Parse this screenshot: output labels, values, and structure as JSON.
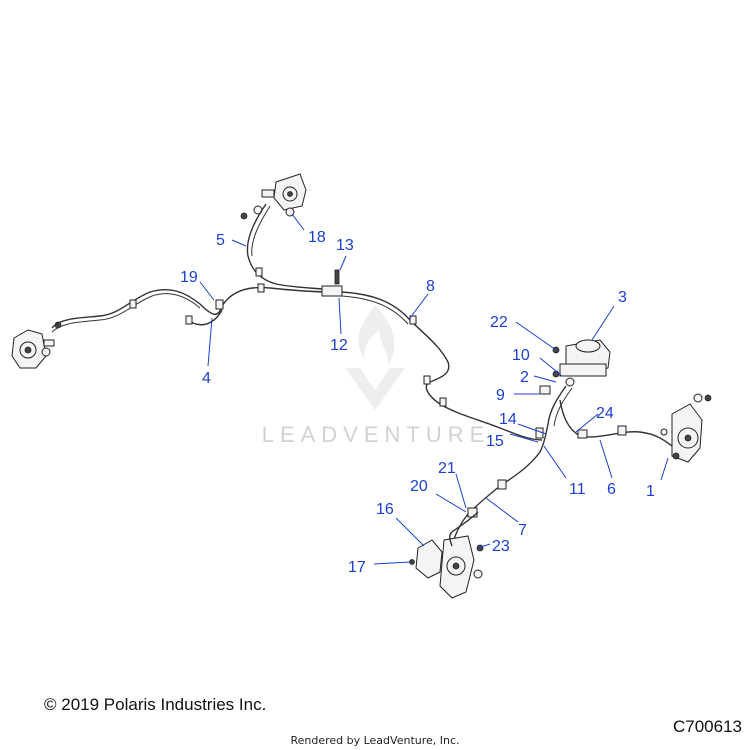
{
  "callouts": [
    {
      "label": "1"
    },
    {
      "label": "2"
    },
    {
      "label": "3"
    },
    {
      "label": "4"
    },
    {
      "label": "5"
    },
    {
      "label": "6"
    },
    {
      "label": "7"
    },
    {
      "label": "8"
    },
    {
      "label": "9"
    },
    {
      "label": "10"
    },
    {
      "label": "11"
    },
    {
      "label": "12"
    },
    {
      "label": "13"
    },
    {
      "label": "14"
    },
    {
      "label": "15"
    },
    {
      "label": "16"
    },
    {
      "label": "17"
    },
    {
      "label": "18"
    },
    {
      "label": "19"
    },
    {
      "label": "20"
    },
    {
      "label": "21"
    },
    {
      "label": "22"
    },
    {
      "label": "23"
    },
    {
      "label": "24"
    }
  ],
  "watermark": {
    "text": "LEADVENTURE"
  },
  "footer": {
    "copyright": "© 2019 Polaris Industries Inc.",
    "code": "C700613",
    "rendered_by": "Rendered by LeadVenture, Inc."
  },
  "colors": {
    "callout": "#1d3fcf",
    "line": "#333333",
    "watermark": "#d2d2d2"
  }
}
